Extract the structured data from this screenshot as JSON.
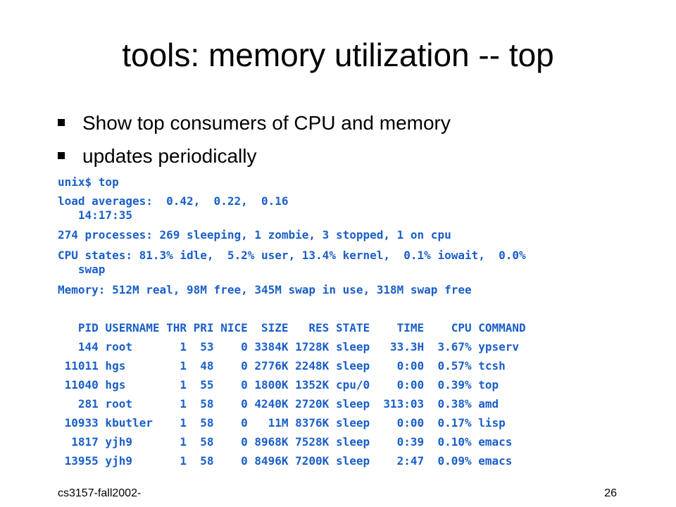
{
  "slide": {
    "title": "tools: memory utilization -- top",
    "bullets": [
      "Show top consumers of CPU and memory",
      "updates periodically"
    ],
    "terminal": {
      "command": "unix$ top",
      "load": "load averages:  0.42,  0.22,  0.16\n   14:17:35",
      "processes": "274 processes: 269 sleeping, 1 zombie, 3 stopped, 1 on cpu",
      "cpu": "CPU states: 81.3% idle,  5.2% user, 13.4% kernel,  0.1% iowait,  0.0%\n   swap",
      "memory": "Memory: 512M real, 98M free, 345M swap in use, 318M swap free",
      "header": "   PID USERNAME THR PRI NICE  SIZE   RES STATE    TIME    CPU COMMAND",
      "rows": [
        "   144 root       1  53    0 3384K 1728K sleep   33.3H  3.67% ypserv",
        " 11011 hgs        1  48    0 2776K 2248K sleep    0:00  0.57% tcsh",
        " 11040 hgs        1  55    0 1800K 1352K cpu/0    0:00  0.39% top",
        "   281 root       1  58    0 4240K 2720K sleep  313:03  0.38% amd",
        " 10933 kbutler    1  58    0   11M 8376K sleep    0:00  0.17% lisp",
        "  1817 yjh9       1  58    0 8968K 7528K sleep    0:39  0.10% emacs",
        " 13955 yjh9       1  58    0 8496K 7200K sleep    2:47  0.09% emacs"
      ]
    },
    "footer_left": "cs3157-fall2002-",
    "page_number": "26"
  },
  "colors": {
    "terminal_text": "#1a5fc8",
    "body_text": "#000000",
    "background": "#ffffff"
  }
}
